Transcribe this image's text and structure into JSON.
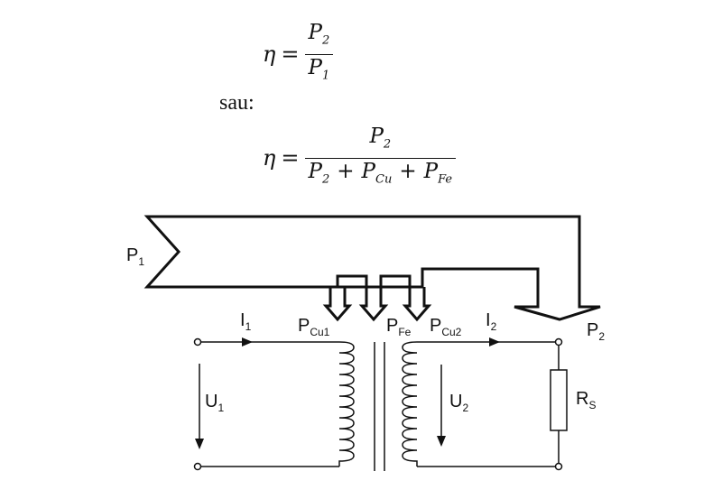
{
  "formula1": {
    "eta": "η",
    "eq": "=",
    "num": "P",
    "num_sub": "2",
    "den": "P",
    "den_sub": "1"
  },
  "connector": "sau:",
  "formula2": {
    "eta": "η",
    "eq": "=",
    "num": "P",
    "num_sub": "2",
    "den_terms": [
      {
        "base": "P",
        "sub": "2"
      },
      {
        "base": "P",
        "sub": "Cu"
      },
      {
        "base": "P",
        "sub": "Fe"
      }
    ],
    "plus": "+"
  },
  "diagram": {
    "labels": {
      "p1": {
        "base": "P",
        "sub": "1"
      },
      "p2": {
        "base": "P",
        "sub": "2"
      },
      "pcu1": {
        "base": "P",
        "sub": "Cu1"
      },
      "pfe": {
        "base": "P",
        "sub": "Fe"
      },
      "pcu2": {
        "base": "P",
        "sub": "Cu2"
      },
      "i1": {
        "base": "I",
        "sub": "1"
      },
      "i2": {
        "base": "I",
        "sub": "2"
      },
      "u1": {
        "base": "U",
        "sub": "1"
      },
      "u2": {
        "base": "U",
        "sub": "2"
      },
      "rs": {
        "base": "R",
        "sub": "S"
      }
    }
  }
}
